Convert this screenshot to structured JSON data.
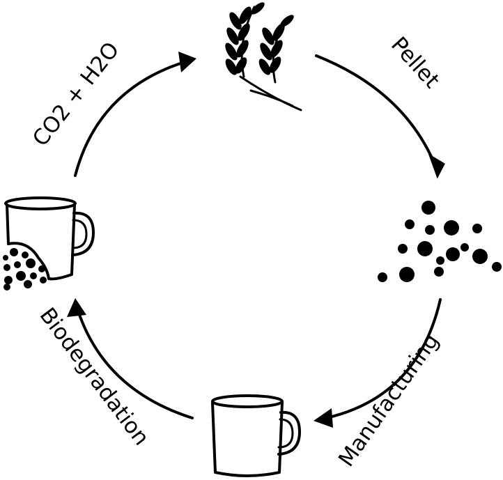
{
  "diagram": {
    "stages": [
      {
        "id": "wheat",
        "icon": "wheat-icon"
      },
      {
        "id": "pellets",
        "icon": "pellets-icon"
      },
      {
        "id": "mug",
        "icon": "mug-icon"
      },
      {
        "id": "degrading-mug",
        "icon": "degrading-mug-icon"
      }
    ],
    "transitions": [
      {
        "from": "wheat",
        "to": "pellets",
        "label": "Pellet"
      },
      {
        "from": "pellets",
        "to": "mug",
        "label": "Manufacturing"
      },
      {
        "from": "mug",
        "to": "degrading-mug",
        "label": "Biodegradation"
      },
      {
        "from": "degrading-mug",
        "to": "wheat",
        "label": "CO2 + H2O"
      }
    ],
    "colors": {
      "ink": "#000000",
      "background": "#ffffff"
    }
  }
}
